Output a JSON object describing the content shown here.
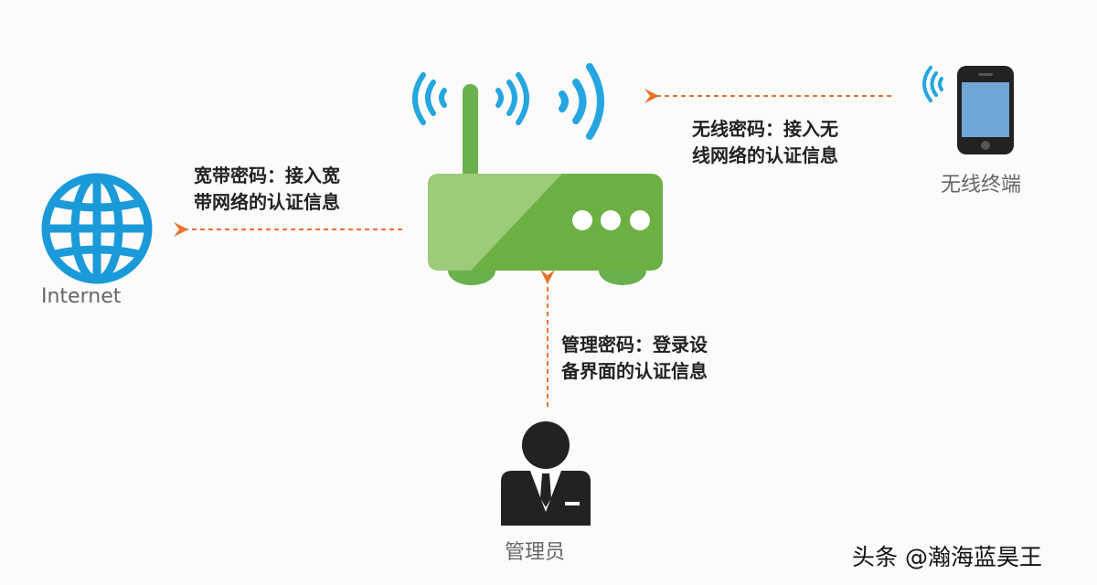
{
  "nodes": {
    "internet": {
      "label": "Internet",
      "icon": "globe-icon",
      "color": "#1a9ad8"
    },
    "router": {
      "icon": "router-icon",
      "color": "#6ab04c"
    },
    "wireless_terminal": {
      "label": "无线终端",
      "icon": "smartphone-icon"
    },
    "admin": {
      "label": "管理员",
      "icon": "admin-user-icon"
    }
  },
  "edges": {
    "broadband": {
      "line1": "宽带密码：接入宽",
      "line2": "带网络的认证信息"
    },
    "wireless": {
      "line1": "无线密码：接入无",
      "line2": "线网络的认证信息"
    },
    "management": {
      "line1": "管理密码：登录设",
      "line2": "备界面的认证信息"
    }
  },
  "arrow_color": "#e8732a",
  "watermark": "头条 @瀚海蓝昊王"
}
